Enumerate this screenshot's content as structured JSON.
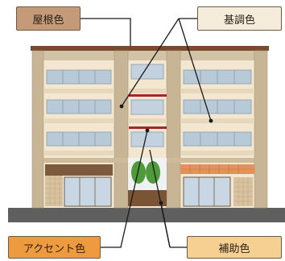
{
  "labels": {
    "roof": "屋根色",
    "base": "基調色",
    "accent": "アクセント色",
    "sub": "補助色"
  },
  "colors": {
    "roof": "#7a4a2c",
    "base": "#f3e7d2",
    "sub": "#d7c8ae",
    "accent": "#9c2a2a",
    "pillar": "#c5b394",
    "window": "#b3c6d6"
  }
}
